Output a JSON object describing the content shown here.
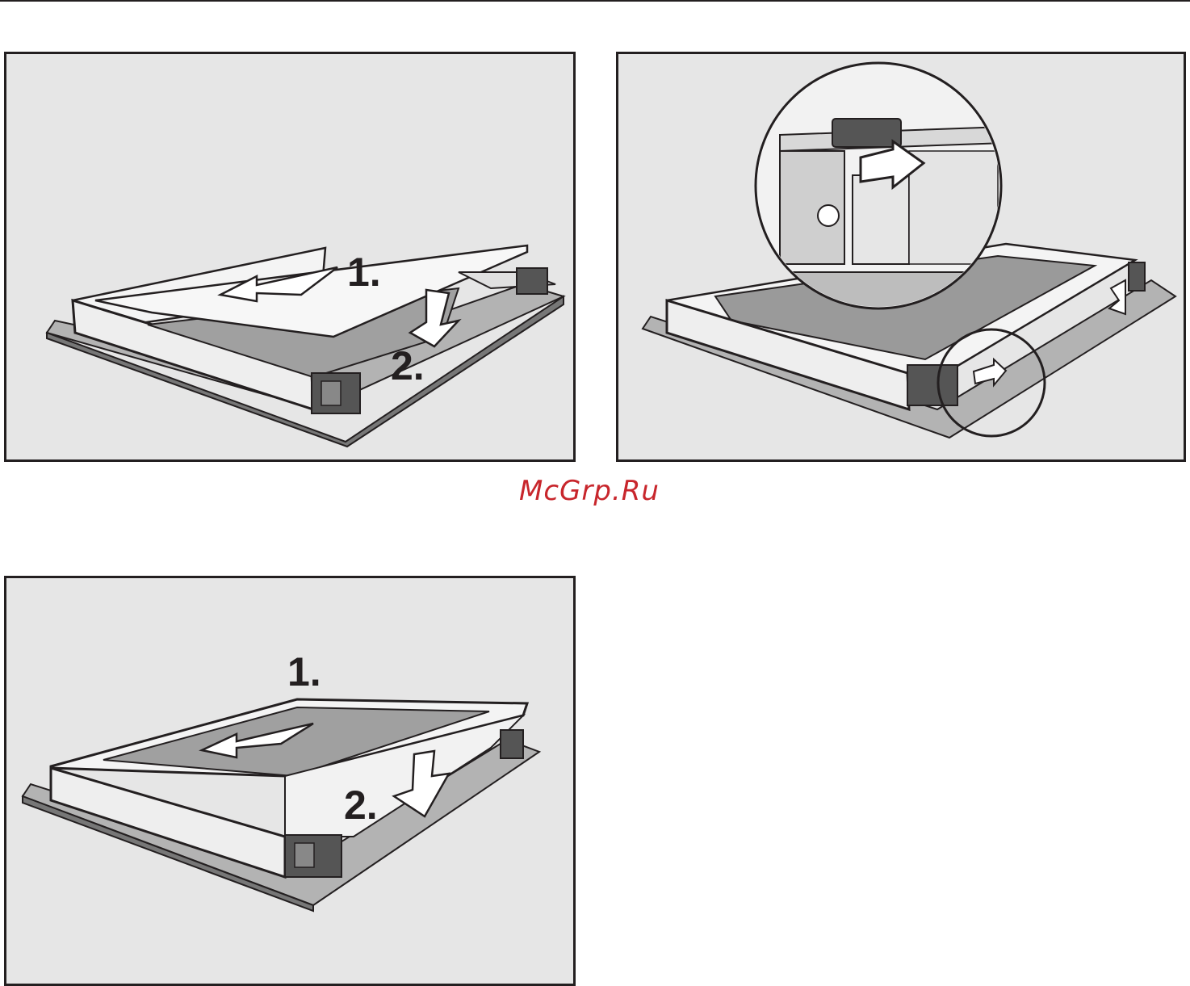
{
  "watermark": {
    "text": "McGrp.Ru",
    "color": "#c8262c"
  },
  "panels": [
    {
      "id": "panel-1",
      "steps": {
        "one": "1.",
        "two": "2."
      }
    },
    {
      "id": "panel-2"
    },
    {
      "id": "panel-3",
      "steps": {
        "one": "1.",
        "two": "2."
      }
    }
  ],
  "colors": {
    "panel_bg": "#e6e6e6",
    "outline": "#231f20",
    "mid_grey": "#b3b3b3",
    "dark_grey": "#555555"
  }
}
